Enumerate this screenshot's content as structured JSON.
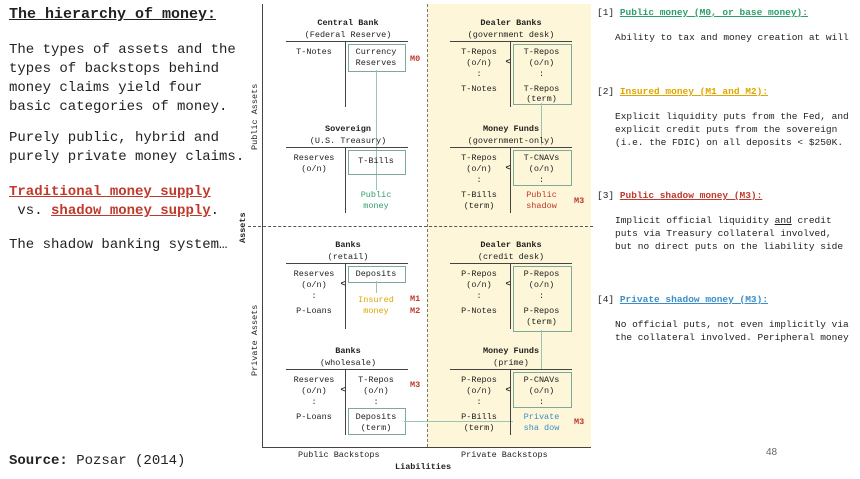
{
  "left": {
    "title": "The hierarchy of money:",
    "para1": "The types of assets and the\ntypes of backstops behind\nmoney claims yield four\nbasic categories of money.",
    "para2": "Purely public, hybrid and\npurely private money claims.",
    "trad": "Traditional money supply",
    "vs": "vs.",
    "shadow": "shadow money supply",
    "period": ".",
    "para4": "The shadow banking system…",
    "source_label": "Source:",
    "source_text": " Pozsar (2014)"
  },
  "diagram": {
    "axis_public_assets": "Public Assets",
    "axis_private_assets": "Private Assets",
    "axis_assets": "Assets",
    "axis_liabilities": "Liabilities",
    "public_backstops": "Public Backstops",
    "private_backstops": "Private Backstops",
    "central_bank": {
      "title": "Central Bank",
      "sub": "(Federal Reserve)",
      "left": "T-Notes",
      "right1": "Currency",
      "right2": "Reserves",
      "tag": "M0"
    },
    "dealer_gov": {
      "title": "Dealer Banks",
      "sub": "(government desk)",
      "l1": "T-Repos",
      "l2": "(o/n)",
      "l3": ":",
      "l4": "T-Notes",
      "r1": "T-Repos",
      "r2": "(o/n)",
      "r3": ":",
      "r4": "T-Repos",
      "r5": "(term)",
      "arrow": "<"
    },
    "sovereign": {
      "title": "Sovereign",
      "sub": "(U.S. Treasury)",
      "l1": "Reserves",
      "l2": "(o/n)",
      "r1": "T-Bills",
      "r2": "Public",
      "r3": "money"
    },
    "mmf_gov": {
      "title": "Money Funds",
      "sub": "(government-only)",
      "l1": "T-Repos",
      "l2": "(o/n)",
      "l3": ":",
      "l4": "T-Bills",
      "l5": "(term)",
      "r1": "T-CNAVs",
      "r2": "(o/n)",
      "r3": ":",
      "r4": "Public",
      "r5": "shadow",
      "arrow": "<",
      "tag": "M3"
    },
    "banks_retail": {
      "title": "Banks",
      "sub": "(retail)",
      "l1": "Reserves",
      "l2": "(o/n)",
      "l3": ":",
      "l4": "P-Loans",
      "r1": "Deposits",
      "r2": "Insured",
      "r3": "money",
      "arrow": "<",
      "tag1": "M1",
      "tag2": "M2"
    },
    "dealer_credit": {
      "title": "Dealer Banks",
      "sub": "(credit desk)",
      "l1": "P-Repos",
      "l2": "(o/n)",
      "l3": ":",
      "l4": "P-Notes",
      "r1": "P-Repos",
      "r2": "(o/n)",
      "r3": ":",
      "r4": "P-Repos",
      "r5": "(term)",
      "arrow": "<"
    },
    "banks_wholesale": {
      "title": "Banks",
      "sub": "(wholesale)",
      "l1": "Reserves",
      "l2": "(o/n)",
      "l3": ":",
      "l4": "P-Loans",
      "r1": "T-Repos",
      "r2": "(o/n)",
      "r3": ":",
      "r4": "Deposits",
      "r5": "(term)",
      "arrow": "<",
      "tag": "M3"
    },
    "mmf_prime": {
      "title": "Money Funds",
      "sub": "(prime)",
      "l1": "P-Repos",
      "l2": "(o/n)",
      "l3": ":",
      "l4": "P-Bills",
      "l5": "(term)",
      "r1": "P-CNAVs",
      "r2": "(o/n)",
      "r3": ":",
      "r4": "Private",
      "r5": "sha dow",
      "arrow": "<",
      "tag": "M3"
    }
  },
  "notes": [
    {
      "num": "[1]",
      "label": "Public money (M0, or base money):",
      "color": "#2e9e6a",
      "body": "Ability to tax and money creation at will"
    },
    {
      "num": "[2]",
      "label": "Insured money (M1 and M2):",
      "color": "#e0a600",
      "body": "Explicit liquidity puts from the Fed, and\nexplicit credit puts from the sovereign\n(i.e. the FDIC) on all deposits < $250K."
    },
    {
      "num": "[3]",
      "label": "Public shadow money (M3):",
      "color": "#c0392b",
      "body_a": "Implicit official liquidity ",
      "body_and": "and",
      "body_b": " credit\nputs via Treasury collateral involved,\nbut no direct puts on the liability side"
    },
    {
      "num": "[4]",
      "label": "Private shadow money (M3):",
      "color": "#3a8ec8",
      "body": "No official puts, not even implicitly via\nthe collateral involved. Peripheral money"
    }
  ],
  "page_number": "48"
}
